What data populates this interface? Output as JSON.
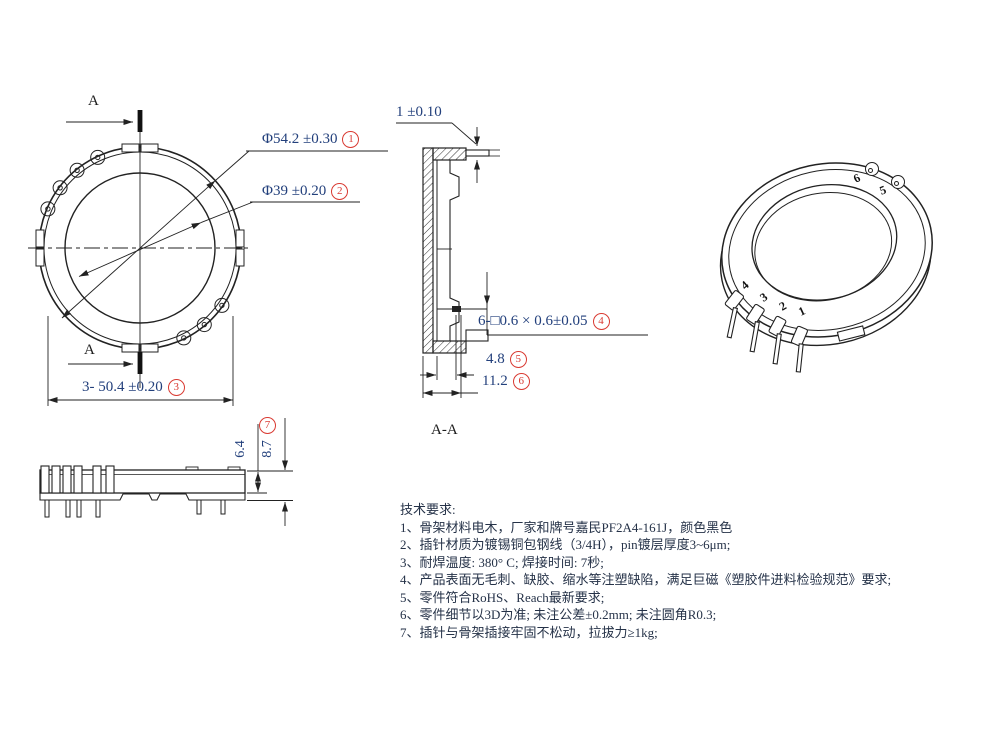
{
  "colors": {
    "dimension_text": "#23407c",
    "balloon_red": "#d93a32",
    "line": "#222222",
    "tech_text": "#253248"
  },
  "views": {
    "front": {
      "section_arrow_top": "A",
      "section_arrow_bottom": "A",
      "dims": {
        "outer_dia": {
          "text": "Φ54.2 ±0.30",
          "balloon": "1"
        },
        "inner_dia": {
          "text": "Φ39 ±0.20",
          "balloon": "2"
        },
        "overall": {
          "text": "3- 50.4 ±0.20",
          "balloon": "3"
        }
      }
    },
    "section": {
      "label": "A-A",
      "dims": {
        "flange_thickness": {
          "text": "1 ±0.10"
        },
        "pin_square": {
          "text": "6-□0.6 × 0.6±0.05",
          "balloon": "4"
        },
        "pin_offset": {
          "text": "4.8",
          "balloon": "5"
        },
        "overall_depth": {
          "text": "11.2",
          "balloon": "6"
        }
      }
    },
    "side": {
      "dims": {
        "body_height": {
          "text": "6.4"
        },
        "total_height": {
          "text": "8.7",
          "balloon": "7"
        }
      }
    },
    "iso": {
      "pin_labels_left": [
        "4",
        "3",
        "2",
        "1"
      ],
      "pin_labels_right": [
        "6",
        "5"
      ]
    }
  },
  "tech_requirements": {
    "title": "技术要求:",
    "items": [
      "1、骨架材料电木，厂家和牌号嘉民PF2A4-161J，颜色黑色",
      "2、插针材质为镀锡铜包钢线（3/4H），pin镀层厚度3~6μm;",
      "3、耐焊温度: 380° C; 焊接时间: 7秒;",
      "4、产品表面无毛刺、缺胶、缩水等注塑缺陷，满足巨磁《塑胶件进料检验规范》要求;",
      "5、零件符合RoHS、Reach最新要求;",
      "6、零件细节以3D为准; 未注公差±0.2mm; 未注圆角R0.3;",
      "7、插针与骨架插接牢固不松动，拉拔力≥1kg;"
    ]
  }
}
